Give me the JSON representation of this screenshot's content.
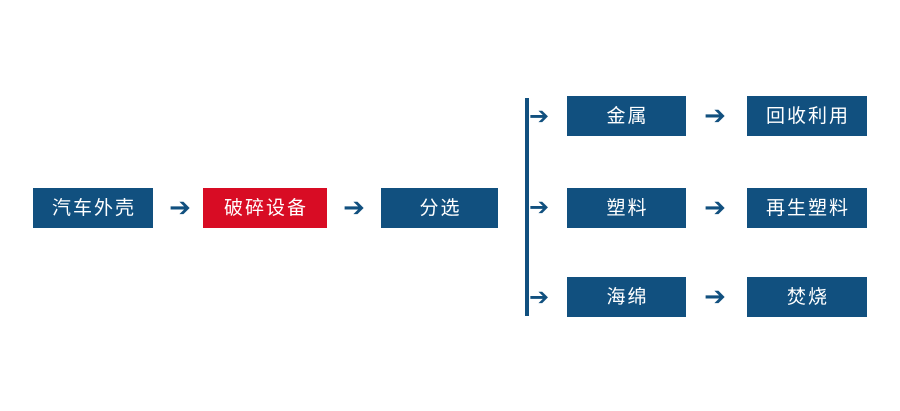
{
  "diagram": {
    "type": "flowchart",
    "title": "",
    "colors": {
      "primary_blue": "#11507f",
      "highlight_red": "#d80c24",
      "background": "#ffffff",
      "node_text": "#ffffff"
    },
    "main_chain": [
      {
        "id": "node-car-shell",
        "label": "汽车外壳",
        "color": "blue"
      },
      {
        "id": "node-crusher",
        "label": "破碎设备",
        "color": "red"
      },
      {
        "id": "node-sorting",
        "label": "分选",
        "color": "blue"
      }
    ],
    "branches": [
      {
        "id": "branch-metal",
        "material": {
          "id": "node-metal",
          "label": "金属",
          "color": "blue"
        },
        "outcome": {
          "id": "node-recycle",
          "label": "回收利用",
          "color": "blue"
        }
      },
      {
        "id": "branch-plastic",
        "material": {
          "id": "node-plastic",
          "label": "塑料",
          "color": "blue"
        },
        "outcome": {
          "id": "node-replastic",
          "label": "再生塑料",
          "color": "blue"
        }
      },
      {
        "id": "branch-sponge",
        "material": {
          "id": "node-sponge",
          "label": "海绵",
          "color": "blue"
        },
        "outcome": {
          "id": "node-incineration",
          "label": "焚烧",
          "color": "blue"
        }
      }
    ],
    "arrows": {
      "glyph": "➔",
      "branch_glyph": "➔",
      "labels": {
        "chain_1": "汽车外壳 到 破碎设备",
        "chain_2": "破碎设备 到 分选",
        "branch_1": "分选 到 金属",
        "branch_2": "分选 到 塑料",
        "branch_3": "分选 到 海绵",
        "out_1": "金属 到 回收利用",
        "out_2": "塑料 到 再生塑料",
        "out_3": "海绵 到 焚烧"
      }
    }
  }
}
